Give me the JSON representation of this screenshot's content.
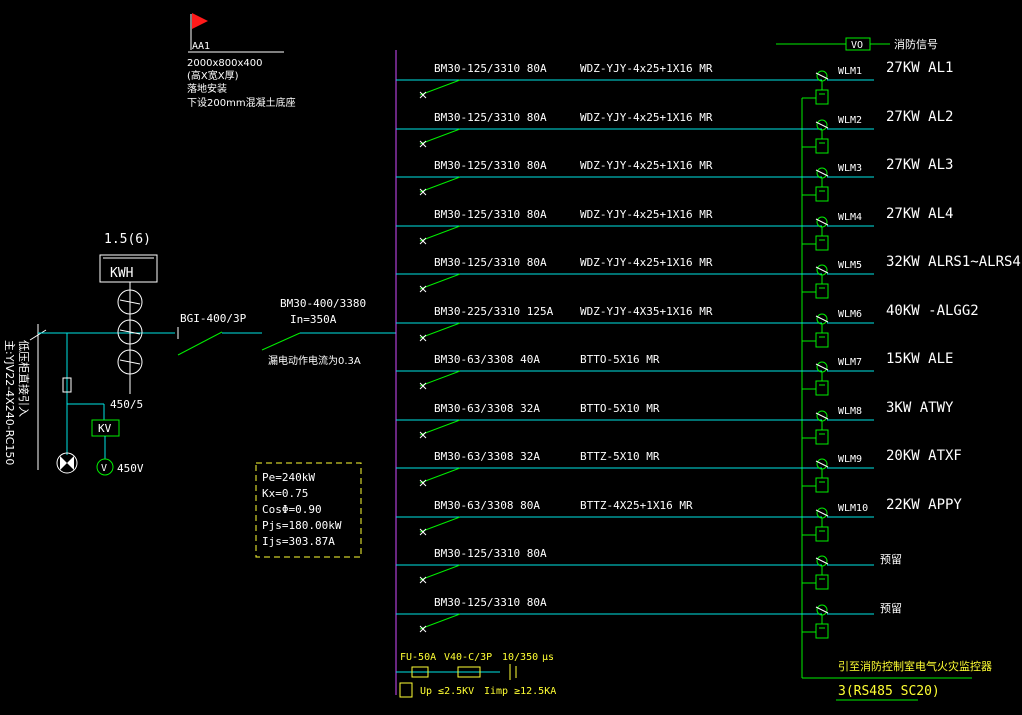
{
  "tag": "AA1",
  "cabinet_notes": [
    "2000x800x400",
    "(高X宽X厚)",
    "落地安装",
    "下设200mm混凝土底座"
  ],
  "incoming": {
    "cable_label": "主:YJV22-4X240-RC150",
    "cable_label2": "低压柜直接引入",
    "meter_ratio": "1.5(6)",
    "meter_label": "KWH",
    "ct_ratio": "450/5",
    "voltmeter_label": "KV",
    "voltmeter_sym": "V",
    "voltage": "450V",
    "main_switch": "BGI-400/3P",
    "breaker": "BM30-400/3380",
    "breaker_in": "In=350A",
    "breaker_note": "漏电动作电流为0.3A"
  },
  "signal": {
    "box": "VO",
    "label": "消防信号"
  },
  "load_calc": [
    "Pe=240kW",
    "Kx=0.75",
    "CosΦ=0.90",
    "Pjs=180.00kW",
    "Ijs=303.87A"
  ],
  "circuits": [
    {
      "breaker": "BM30-125/3310 80A",
      "cable": "WDZ-YJY-4x25+1X16 MR",
      "code": "WLM1",
      "load": "27KW AL1"
    },
    {
      "breaker": "BM30-125/3310 80A",
      "cable": "WDZ-YJY-4x25+1X16 MR",
      "code": "WLM2",
      "load": "27KW AL2"
    },
    {
      "breaker": "BM30-125/3310 80A",
      "cable": "WDZ-YJY-4x25+1X16 MR",
      "code": "WLM3",
      "load": "27KW AL3"
    },
    {
      "breaker": "BM30-125/3310 80A",
      "cable": "WDZ-YJY-4x25+1X16 MR",
      "code": "WLM4",
      "load": "27KW AL4"
    },
    {
      "breaker": "BM30-125/3310 80A",
      "cable": "WDZ-YJY-4x25+1X16 MR",
      "code": "WLM5",
      "load": "32KW ALRS1~ALRS4"
    },
    {
      "breaker": "BM30-225/3310 125A",
      "cable": "WDZ-YJY-4X35+1X16 MR",
      "code": "WLM6",
      "load": "40KW -ALGG2"
    },
    {
      "breaker": "BM30-63/3308 40A",
      "cable": "BTTO-5X16 MR",
      "code": "WLM7",
      "load": "15KW ALE"
    },
    {
      "breaker": "BM30-63/3308 32A",
      "cable": "BTTO-5X10 MR",
      "code": "WLM8",
      "load": "3KW ATWY"
    },
    {
      "breaker": "BM30-63/3308 32A",
      "cable": "BTTZ-5X10 MR",
      "code": "WLM9",
      "load": "20KW ATXF"
    },
    {
      "breaker": "BM30-63/3308 80A",
      "cable": "BTTZ-4X25+1X16 MR",
      "code": "WLM10",
      "load": "22KW APPY"
    },
    {
      "breaker": "BM30-125/3310 80A",
      "cable": "",
      "code": "",
      "load": "预留"
    },
    {
      "breaker": "BM30-125/3310 80A",
      "cable": "",
      "code": "",
      "load": "预留"
    }
  ],
  "surge": {
    "fuse": "FU-50A",
    "spd": "V40-C/3P",
    "rating": "10/350",
    "unit": "μs",
    "up": "Up ≤2.5KV",
    "iimp": "Iimp ≥12.5KA"
  },
  "bottom": {
    "note": "引至消防控制室电气火灾监控器",
    "rs485": "3(RS485 SC20)"
  }
}
